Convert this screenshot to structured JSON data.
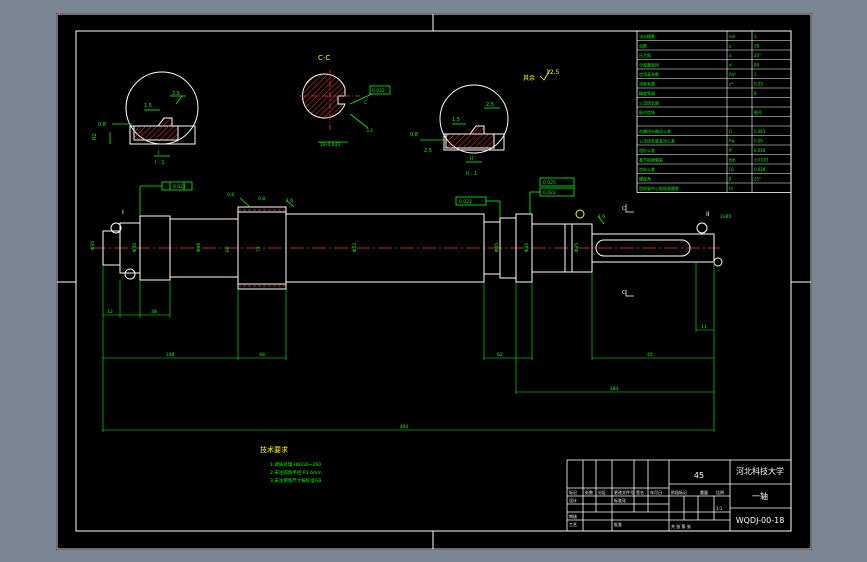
{
  "colors": {
    "paper": "#000000",
    "viewport": "#7c8593",
    "outline": "#ffffff",
    "dimension": "#00ff00",
    "centerline": "#ff2020",
    "hatch": "#ff3030",
    "leader": "#00ff00",
    "note_title": "#ffff00"
  },
  "drawing": {
    "section_label": "C-C",
    "roughness_other": "其余",
    "roughness_value": "12.5",
    "detail_scale_left": "I : 1",
    "detail_scale_right": "II : 1",
    "detail_tag_left": "I",
    "detail_tag_right": "II",
    "balloon_left": "I",
    "balloon_right": "II",
    "section_mark_c": "C",
    "dims": {
      "overall": "494",
      "seg_left_a": "12",
      "seg_left_b": "38",
      "seg_mid_a": "148",
      "seg_mid_b": "48",
      "seg_right_a": "62",
      "seg_right_b": "45",
      "seg_right_c": "384",
      "key_depth": "11",
      "dia_main": "60",
      "dia_gear": "72"
    },
    "tech_title": "技术要求",
    "tech_notes": [
      "1.调质处理 HB230~260",
      "2.未注圆角半径 R1.6mm",
      "3.未注倒角尺寸按标准GB"
    ]
  },
  "parameter_table": {
    "rows": [
      [
        "法向模数",
        "mn",
        "3"
      ],
      [
        "齿数",
        "z",
        "28"
      ],
      [
        "压力角",
        "α",
        "20°"
      ],
      [
        "分度圆直径",
        "d",
        "84"
      ],
      [
        "齿顶高系数",
        "ha*",
        "1"
      ],
      [
        "顶隙系数",
        "c*",
        "0.25"
      ],
      [
        "精度等级",
        "",
        "8"
      ],
      [
        "公法线长度",
        "",
        ""
      ],
      [
        "配对齿轮",
        "",
        "图号"
      ],
      [
        "",
        "",
        ""
      ],
      [
        "齿圈径向跳动公差",
        "Fr",
        "0.063"
      ],
      [
        "公法线长度变动公差",
        "Fw",
        "0.05"
      ],
      [
        "齿形公差",
        "ff",
        "0.018"
      ],
      [
        "基节极限偏差",
        "fpb",
        "±0.021"
      ],
      [
        "齿向公差",
        "Fβ",
        "0.028"
      ],
      [
        "螺旋角",
        "β",
        "15°"
      ],
      [
        "齿轮副中心距极限偏差",
        "fa",
        ""
      ]
    ]
  },
  "title_block": {
    "material": "45",
    "school": "河北科技大学",
    "part_name": "一轴",
    "drawing_no": "WQDJ-00-18",
    "labels": {
      "mark": "标记",
      "count": "处数",
      "zone": "分区",
      "doc": "更改文件号",
      "sign": "签名",
      "date": "年月日",
      "design": "设计",
      "standard": "标准化",
      "review": "审核",
      "process": "工艺",
      "approve": "批准",
      "stage": "阶段标记",
      "weight": "重量",
      "scale": "比例",
      "scale_value": "1:1",
      "sheets": "共 张 第 张"
    }
  }
}
